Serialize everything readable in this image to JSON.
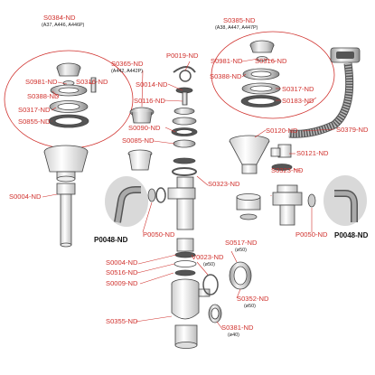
{
  "labels": {
    "s0384": "S0384-ND",
    "s0384_sub": "(A37, A446, A446P)",
    "s0385": "S0385-ND",
    "s0385_sub": "(A38, A447, A447P)",
    "s0365": "S0365-ND",
    "s0365_sub": "(A442, A442P)",
    "p0019": "P0019-ND",
    "s0981_l": "S0981-ND",
    "s0316_l": "S0316-ND",
    "s0388_l": "S0388-ND",
    "s0317_l": "S0317-ND",
    "s0855": "S0855-ND",
    "s0014": "S0014-ND",
    "s0116": "S0116-ND",
    "s0090": "S0090-ND",
    "s0085": "S0085-ND",
    "s0981_r": "S0981-ND",
    "s0316_r": "S0316-ND",
    "s0388_r": "S0388-ND",
    "s0317_r": "S0317-ND",
    "s0183": "S0183-ND",
    "s0379": "S0379-ND",
    "s0120": "S0120-ND",
    "s0121": "S0121-ND",
    "s0323_r": "S0323-ND",
    "s0323_c": "S0323-ND",
    "s0004_l": "S0004-ND",
    "p0048_l": "P0048-ND",
    "p0050_l": "P0050-ND",
    "p0050_r": "P0050-ND",
    "p0048_r": "P0048-ND",
    "s0004_c": "S0004-ND",
    "s0516": "S0516-ND",
    "s0009": "S0009-ND",
    "v0023": "V0023-ND",
    "v0023_sub": "(ø50)",
    "s0517": "S0517-ND",
    "s0517_sub": "(ø50)",
    "s0352": "S0352-ND",
    "s0352_sub": "(ø50)",
    "s0355": "S0355-ND",
    "s0381": "S0381-ND",
    "s0381_sub": "(ø40)"
  },
  "colors": {
    "label": "#d0312d",
    "leader": "#d0312d",
    "part_stroke": "#444444",
    "part_fill": "#e4e4e4",
    "highlight_bg": "#d9d9d9"
  }
}
